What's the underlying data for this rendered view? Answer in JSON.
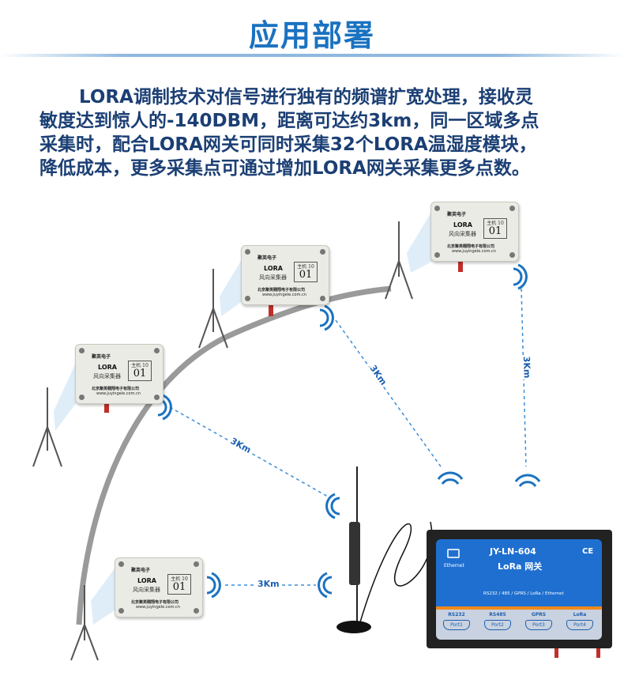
{
  "title": "应用部署",
  "paragraph": [
    "LORA调制技术对信号进行独有的频谱扩宽处理，接收灵",
    "敏度达到惊人的-140DBM，距离可达约3km，同一区域多点",
    "采集时，配合LORA网关可同时采集32个LORA温湿度模块，",
    "降低成本，更多采集点可通过增加LORA网关采集更多点数。"
  ],
  "sensor": {
    "logo": "聚英电子",
    "lora": "LORA",
    "name": "风向采集器",
    "host_label": "主机 10",
    "number": "01",
    "company": "北京聚英翱翔电子有限公司",
    "url": "www.juyingele.com.cn"
  },
  "distance_label": "3Km",
  "gateway": {
    "model": "JY-LN-604",
    "name": "LoRa 网关",
    "ce": "CE",
    "ethernet": "Ethernet",
    "features": "RS232 / 485 / GPRS / LoRa / Ethernet",
    "ports": [
      {
        "label": "RS232",
        "port": "Port1"
      },
      {
        "label": "RS485",
        "port": "Port2"
      },
      {
        "label": "GPRS",
        "port": "Port3"
      },
      {
        "label": "LoRa",
        "port": "Port4"
      }
    ]
  },
  "colors": {
    "title": "#1a72c0",
    "text": "#1b3f74",
    "gateway": "#1f6fd0",
    "accent": "#f08a1c"
  }
}
